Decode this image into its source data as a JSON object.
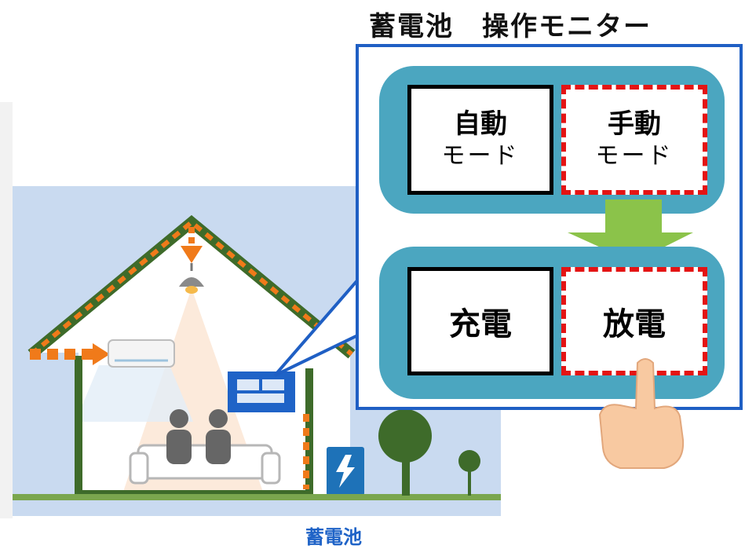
{
  "monitor": {
    "title": "蓄電池　操作モニター",
    "mode_buttons": [
      {
        "line1": "自動",
        "line2": "モード",
        "selected": false
      },
      {
        "line1": "手動",
        "line2": "モード",
        "selected": true
      }
    ],
    "action_buttons": [
      {
        "label": "充電",
        "selected": false
      },
      {
        "label": "放電",
        "selected": true
      }
    ]
  },
  "scene": {
    "battery_label": "蓄電池"
  },
  "colors": {
    "frame_blue": "#1f5fc4",
    "panel_teal": "#4ba6c0",
    "selection_red": "#e41414",
    "arrow_green": "#8bc34a",
    "power_orange": "#f07a1a",
    "wall_green": "#3e6b2a",
    "sky": "#c9daf0"
  }
}
